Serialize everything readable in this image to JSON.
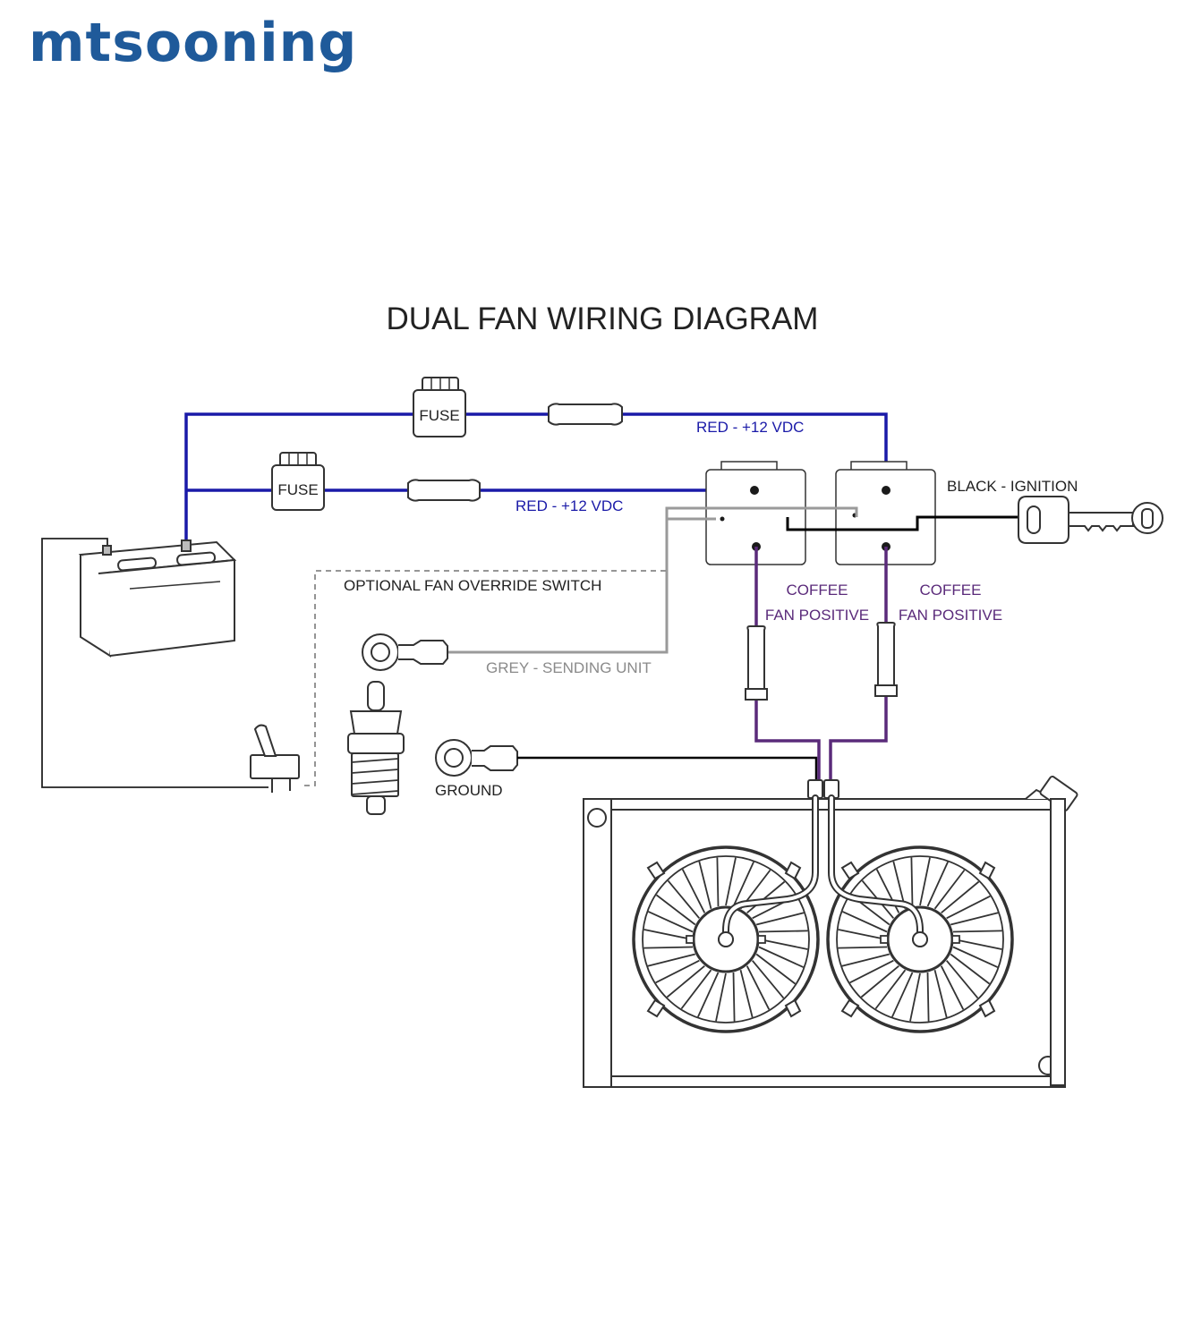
{
  "brand": {
    "logo_text": "mtsooning",
    "color": "#1f5a9a"
  },
  "diagram": {
    "title": "DUAL FAN WIRING DIAGRAM",
    "labels": {
      "fuse_top": "FUSE",
      "fuse_bottom": "FUSE",
      "red_top": "RED - +12 VDC",
      "red_bottom": "RED - +12 VDC",
      "black_ignition": "BLACK - IGNITION",
      "override_switch": "OPTIONAL FAN OVERRIDE SWITCH",
      "coffee_1": "COFFEE",
      "fan_positive_1": "FAN POSITIVE",
      "coffee_2": "COFFEE",
      "fan_positive_2": "FAN POSITIVE",
      "grey_sending": "GREY - SENDING UNIT",
      "ground": "GROUND"
    },
    "colors": {
      "red_wire": "#1a1aa8",
      "fan_wire": "#5a2a7a",
      "grey_wire": "#9a9a9a",
      "black_wire": "#000000",
      "outline": "#333333",
      "text": "#222222",
      "blue_text": "#1a1aa8",
      "purple_text": "#5a2a7a",
      "grey_text": "#8a8a8a"
    }
  }
}
